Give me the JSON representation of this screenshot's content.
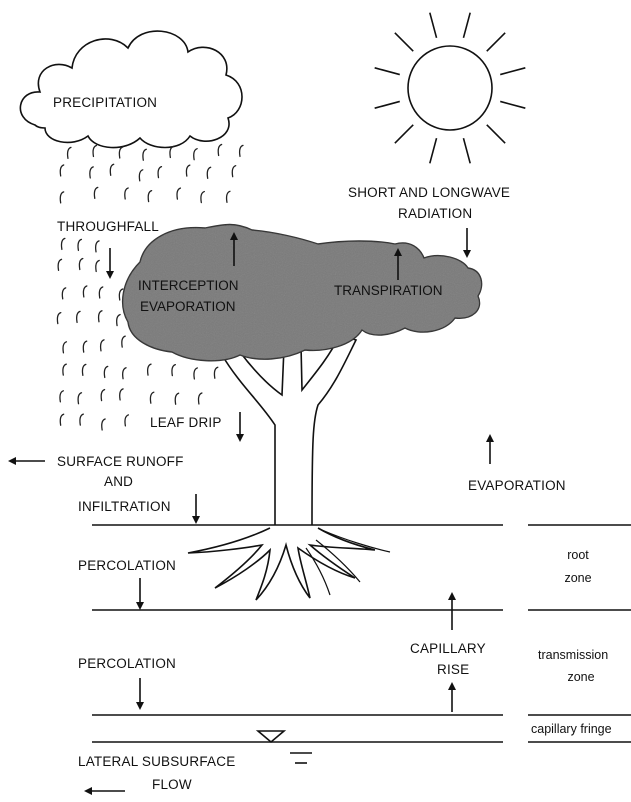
{
  "labels": {
    "precipitation": "PRECIPITATION",
    "radiation_line1": "SHORT AND  LONGWAVE",
    "radiation_line2": "RADIATION",
    "throughfall": "THROUGHFALL",
    "interception_line1": "INTERCEPTION",
    "interception_line2": "EVAPORATION",
    "transpiration": "TRANSPIRATION",
    "leaf_drip": "LEAF DRIP",
    "surface_runoff_line1": "SURFACE  RUNOFF",
    "surface_runoff_line2": "AND",
    "surface_runoff_line3": "INFILTRATION",
    "evaporation": "EVAPORATION",
    "percolation_upper": "PERCOLATION",
    "percolation_lower": "PERCOLATION",
    "capillary_rise_line1": "CAPILLARY",
    "capillary_rise_line2": "RISE",
    "lateral_flow_line1": "LATERAL  SUBSURFACE",
    "lateral_flow_line2": "FLOW"
  },
  "zones": {
    "root_line1": "root",
    "root_line2": "zone",
    "transmission_line1": "transmission",
    "transmission_line2": "zone",
    "capillary_fringe": "capillary fringe"
  },
  "icons": [
    "cloud-icon",
    "sun-icon",
    "tree-icon",
    "water-table-icon",
    "rain-icon"
  ],
  "colors": {
    "canopy": "#7a7a7a",
    "ink": "#111111",
    "background": "#ffffff"
  }
}
